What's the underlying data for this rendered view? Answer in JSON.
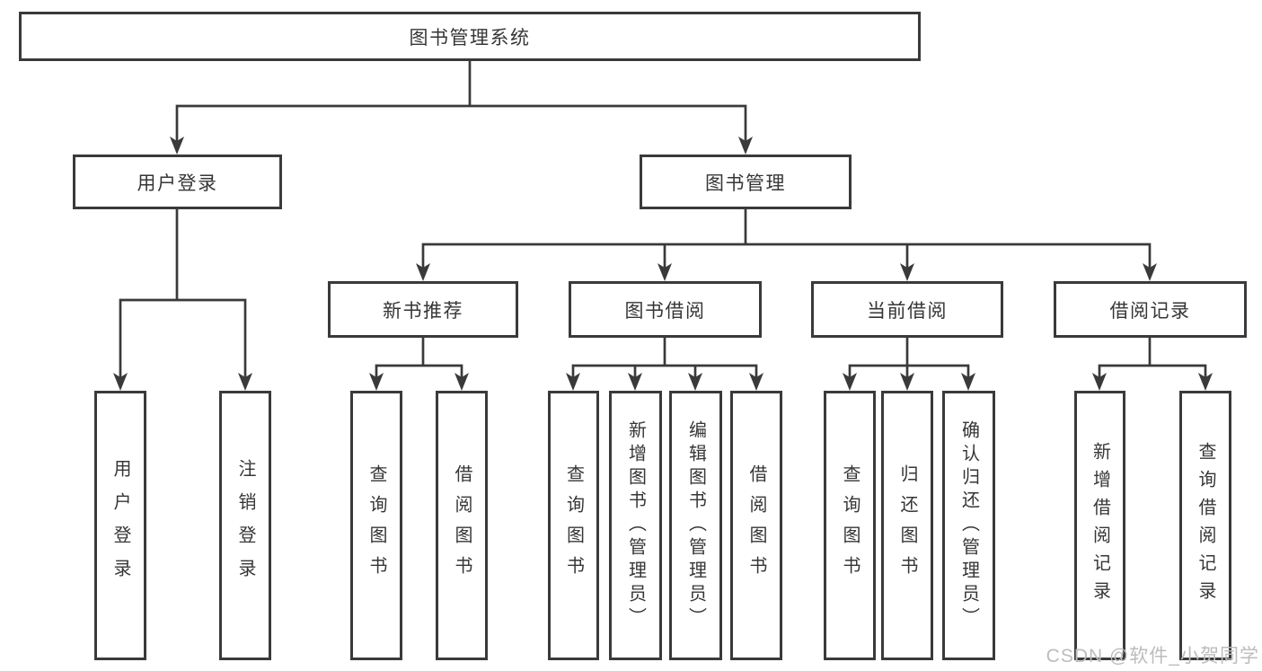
{
  "page": {
    "watermark": "CSDN @软件_小贺同学"
  },
  "colors": {
    "line": "#3a3a3a",
    "box_border": "#3a3a3a",
    "text": "#363636",
    "watermark": "#bcbcbc",
    "background": "#ffffff"
  },
  "tree": {
    "root_label": "图书管理系统",
    "branches": [
      {
        "label": "用户登录",
        "children": [
          {
            "label": "用户登录"
          },
          {
            "label": "注销登录"
          }
        ]
      },
      {
        "label": "图书管理",
        "children": [
          {
            "label": "新书推荐",
            "children": [
              {
                "label": "查询图书"
              },
              {
                "label": "借阅图书"
              }
            ]
          },
          {
            "label": "图书借阅",
            "children": [
              {
                "label": "查询图书"
              },
              {
                "label": "新增图书（管理员）"
              },
              {
                "label": "编辑图书（管理员）"
              },
              {
                "label": "借阅图书"
              }
            ]
          },
          {
            "label": "当前借阅",
            "children": [
              {
                "label": "查询图书"
              },
              {
                "label": "归还图书"
              },
              {
                "label": "确认归还（管理员）"
              }
            ]
          },
          {
            "label": "借阅记录",
            "children": [
              {
                "label": "新增借阅记录"
              },
              {
                "label": "查询借阅记录"
              }
            ]
          }
        ]
      }
    ]
  }
}
